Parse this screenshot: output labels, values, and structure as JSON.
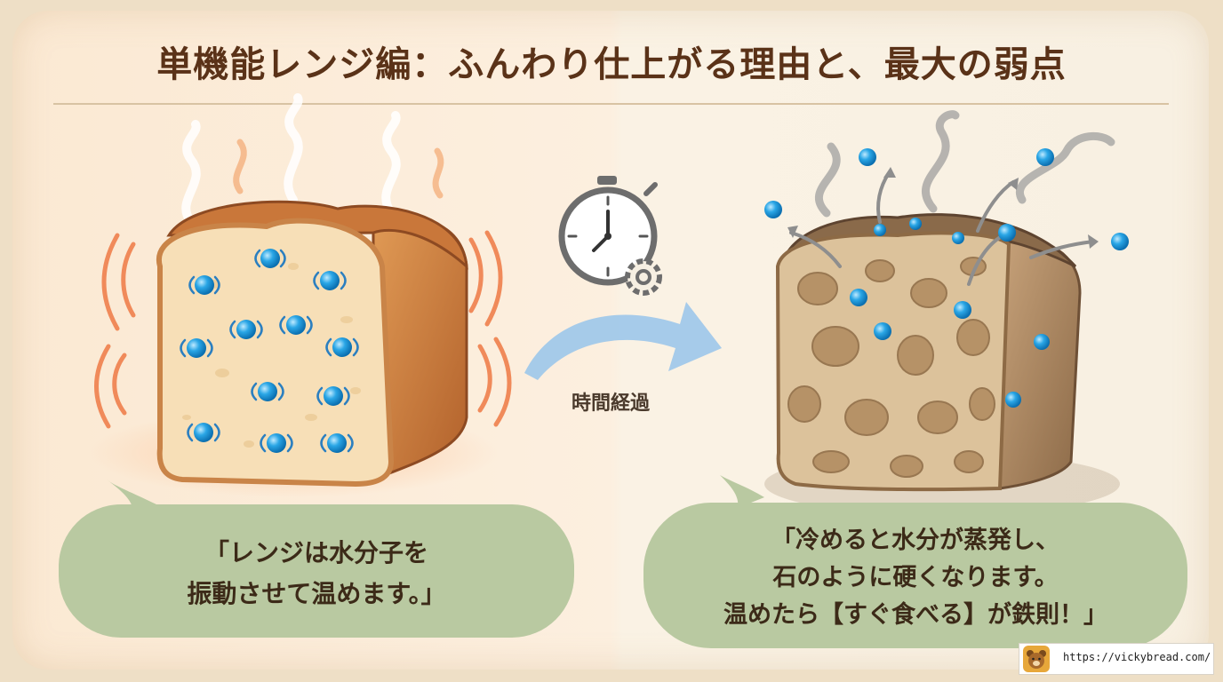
{
  "title": "単機能レンジ編：ふんわり仕上がる理由と、最大の弱点",
  "time_label": "時間経過",
  "bubble_left": {
    "line1": "「レンジは水分子を",
    "line2": "振動させて温めます。」"
  },
  "bubble_right": {
    "line1": "「冷めると水分が蒸発し、",
    "line2": "石のように硬くなります。",
    "line3": "温めたら【すぐ食べる】が鉄則！」"
  },
  "footer": {
    "url": "https://vickybread.com/"
  },
  "icons": {
    "timer": "stopwatch-gear-icon",
    "logo": "bear-logo-icon"
  },
  "colors": {
    "title": "#5a3218",
    "bubble": "#b9c9a1",
    "molecule": "#2aa6e6",
    "arrow": "#9cc6ea"
  }
}
